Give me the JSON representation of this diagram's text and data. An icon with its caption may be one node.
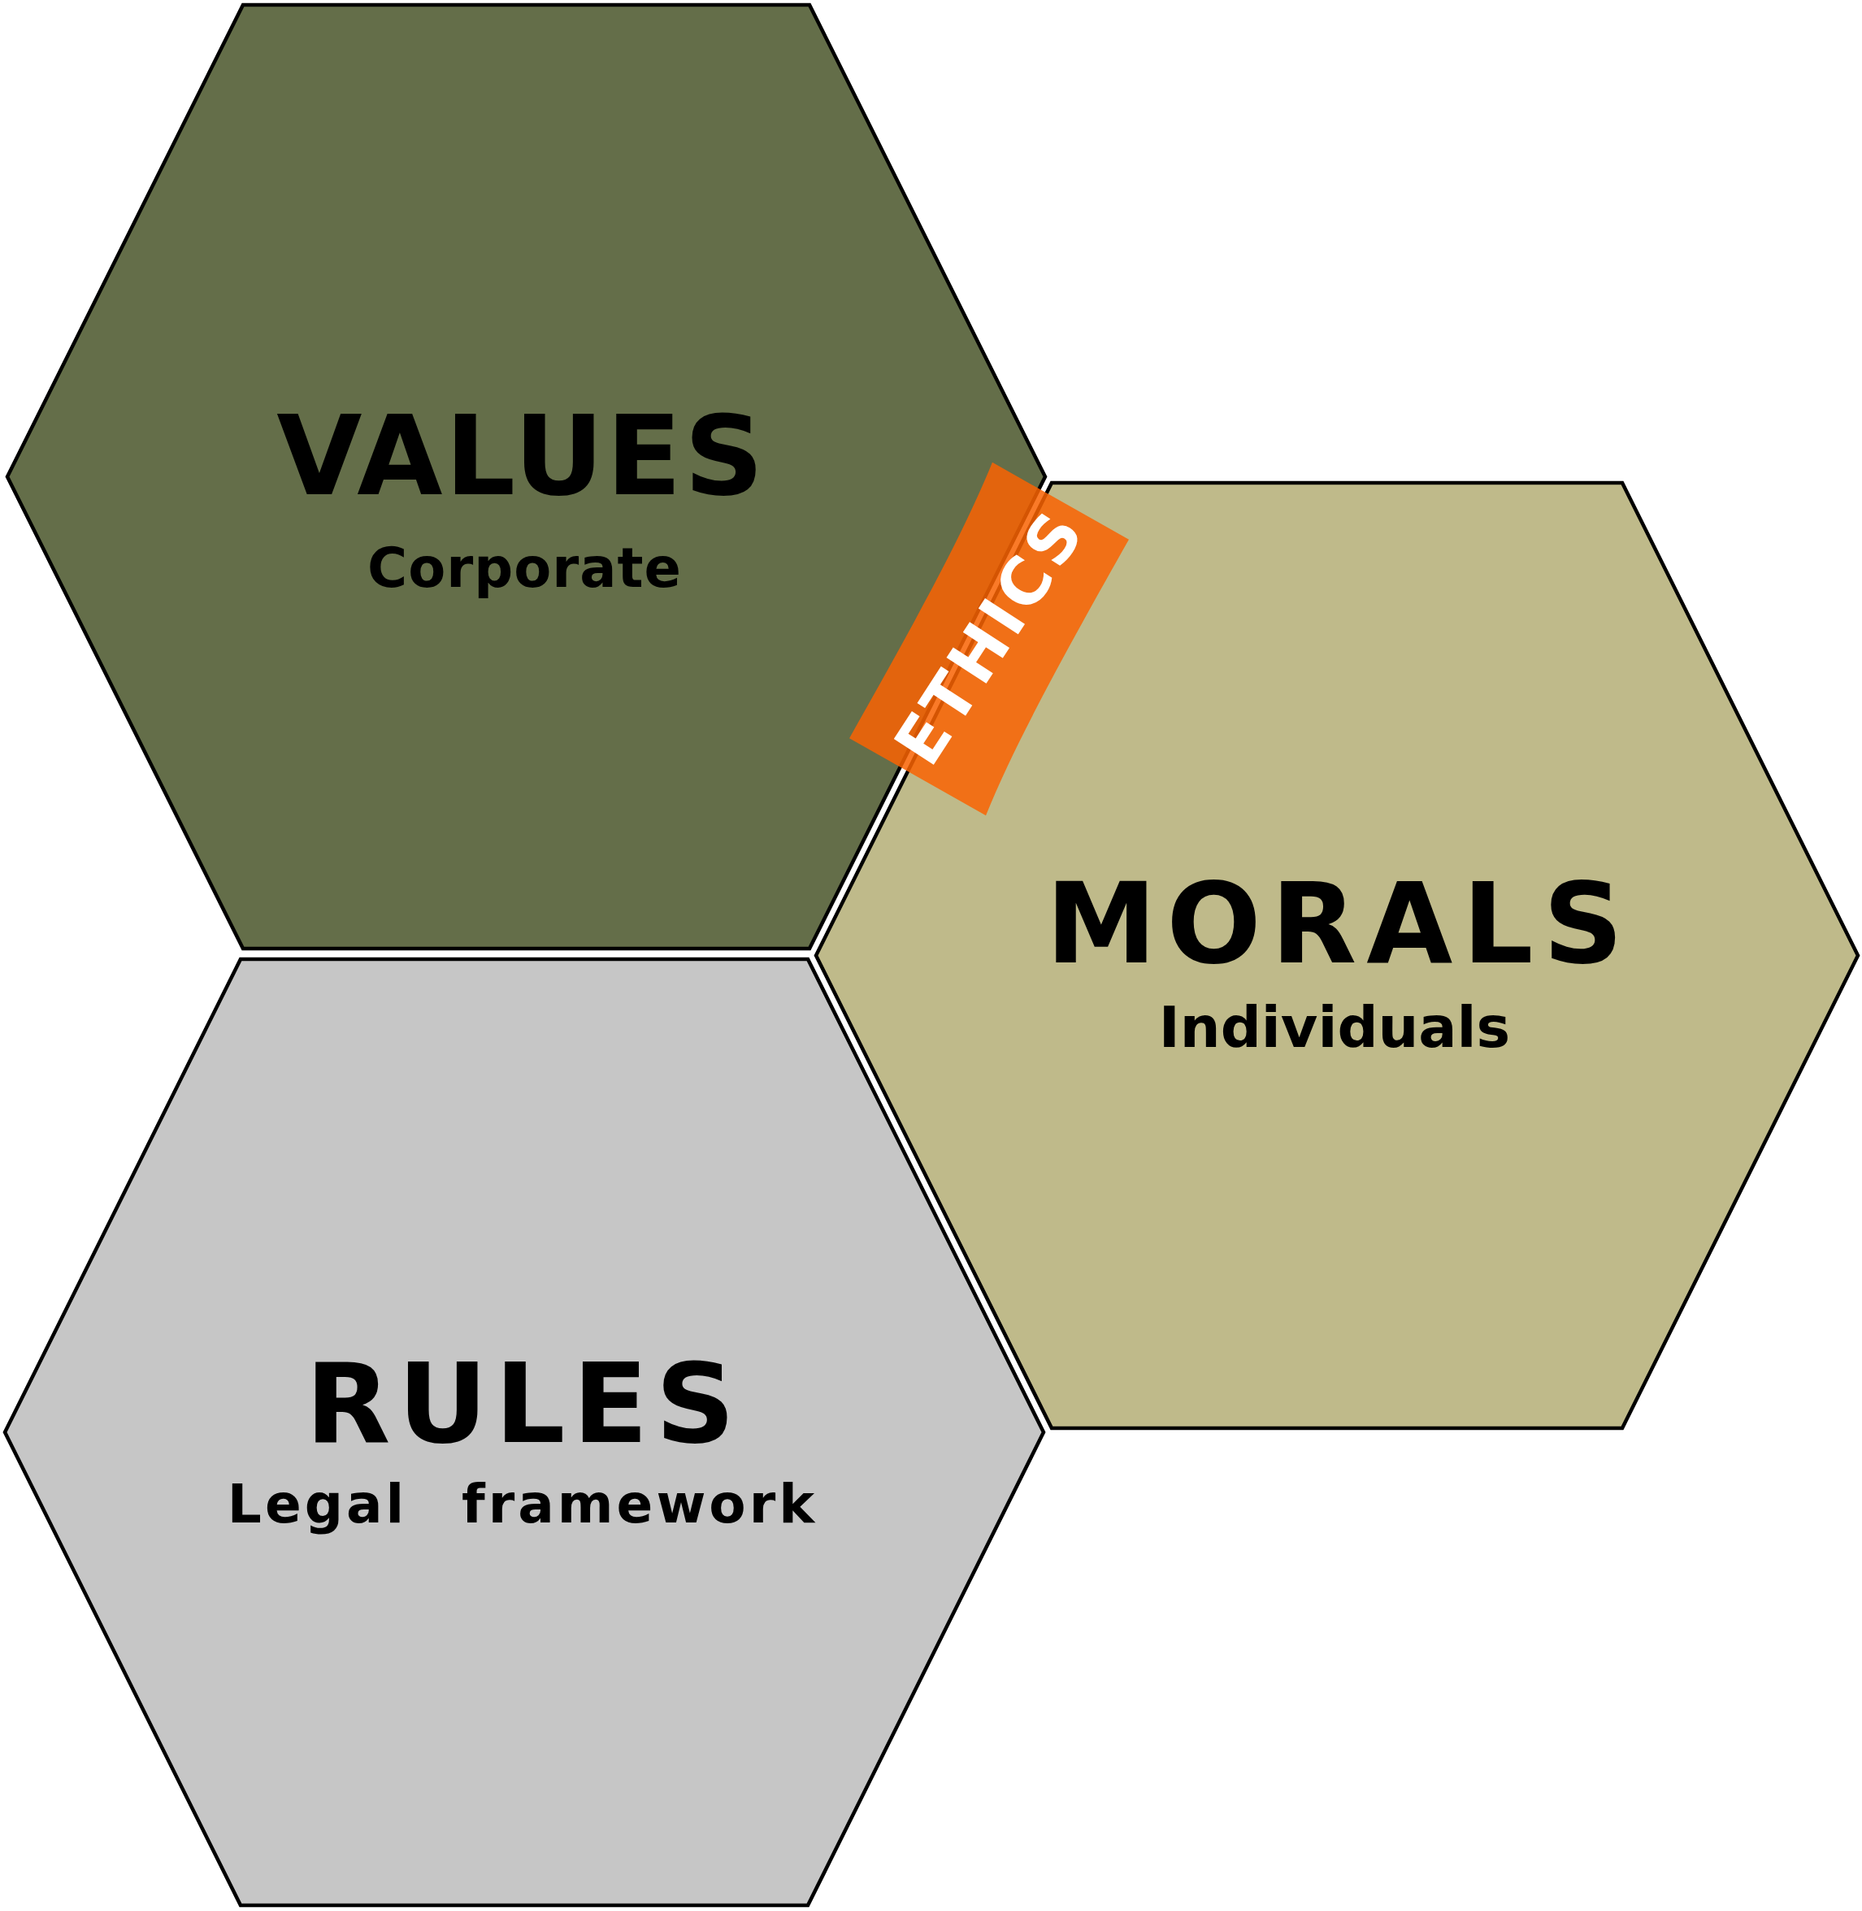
{
  "diagram": {
    "nodes": [
      {
        "text": [
          "VALUES",
          "Corporate"
        ]
      },
      {
        "text": [
          "ETHICS"
        ]
      },
      {
        "text": [
          "MORALS",
          "Individuals"
        ]
      },
      {
        "text": [
          "RULES",
          "Legal framework"
        ]
      }
    ]
  }
}
